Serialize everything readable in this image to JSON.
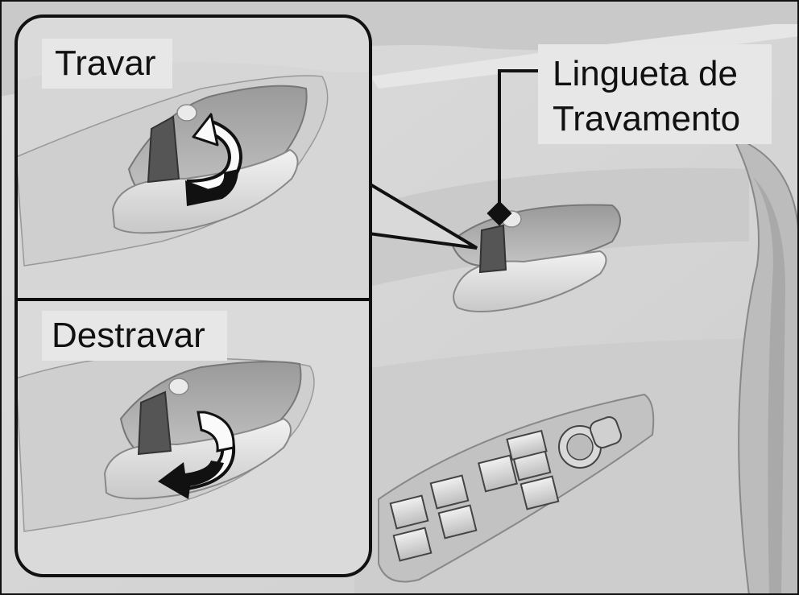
{
  "labels": {
    "lock": "Travar",
    "unlock": "Destravar",
    "lock_tab_line1": "Lingueta de",
    "lock_tab_line2": "Travamento"
  },
  "colors": {
    "background": "#d6d6d6",
    "outline": "#111111",
    "label_bg": "#e7e7e7",
    "arrow": "#111111"
  }
}
